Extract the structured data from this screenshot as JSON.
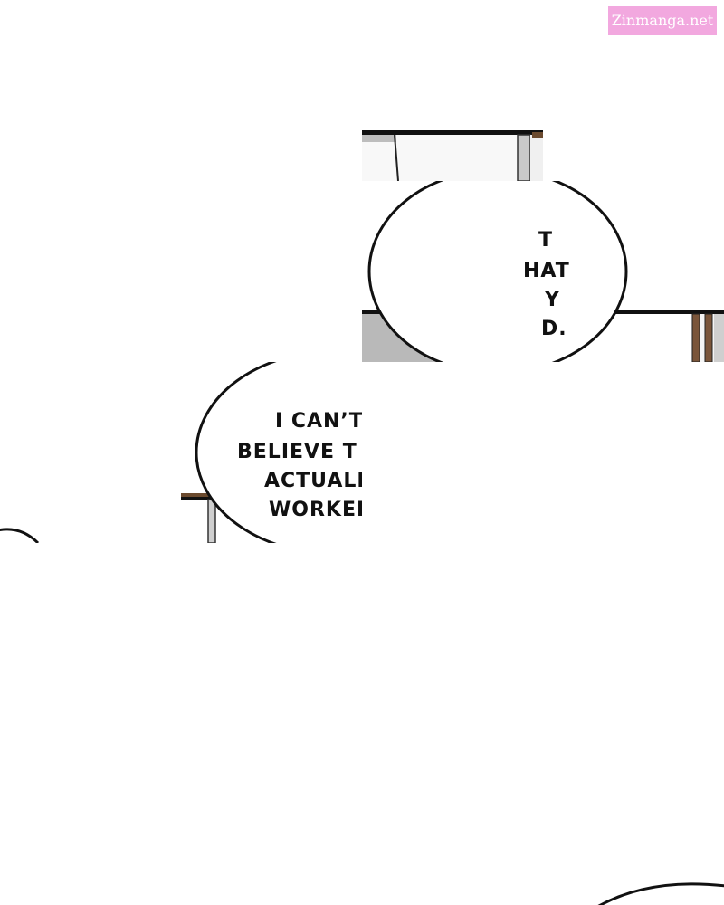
{
  "watermark": {
    "text": "Zinmanga.net"
  },
  "bubble_right": {
    "fragments": [
      "T",
      "HAT",
      "Y",
      "D."
    ]
  },
  "bubble_left": {
    "lines": [
      "I CAN’T",
      "BELIEVE T",
      "ACTUALL",
      "WORKED"
    ]
  },
  "colors": {
    "background": "#ffffff",
    "ink": "#111111",
    "wall_gray": "#b8b8b8",
    "door_brown": "#6b4a2e",
    "watermark_bg": "#f2a8df"
  }
}
